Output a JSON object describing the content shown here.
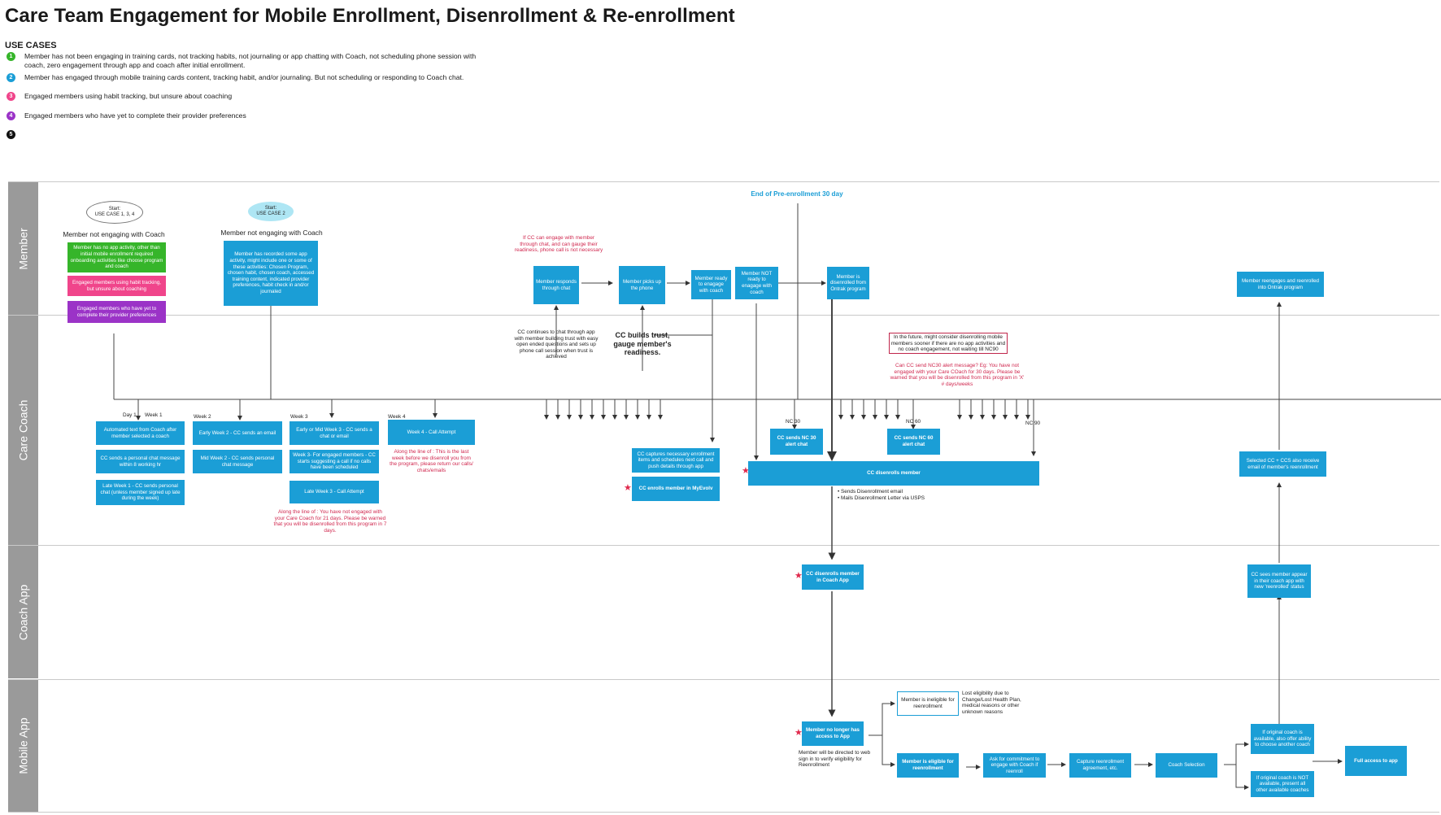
{
  "title": "Care Team Engagement for Mobile Enrollment, Disenrollment & Re-enrollment",
  "use_cases_heading": "USE CASES",
  "use_cases": [
    {
      "num": "1",
      "color": "#36b52a",
      "text": "Member has not been engaging in training cards, not tracking habits, not journaling or app chatting with Coach, not scheduling phone session with coach, zero engagement through app and coach after initial enrollment."
    },
    {
      "num": "2",
      "color": "#1b9ed6",
      "text": "Member has engaged through mobile training cards content, tracking habit, and/or journaling. But not scheduling or responding to Coach chat."
    },
    {
      "num": "3",
      "color": "#f0458b",
      "text": "Engaged members using habit tracking, but unsure about coaching"
    },
    {
      "num": "4",
      "color": "#9b33c7",
      "text": "Engaged members who have yet to complete their provider preferences"
    },
    {
      "num": "5",
      "color": "#111111",
      "text": ""
    }
  ],
  "lanes": {
    "member": "Member",
    "care_coach": "Care Coach",
    "coach_app": "Coach App",
    "mobile_app": "Mobile App"
  },
  "member": {
    "start1": "Start:\nUSE CASE 1, 3, 4",
    "start2": "Start:\nUSE CASE 2",
    "head1": "Member not engaging with Coach",
    "head2": "Member not engaging with Coach",
    "green_box": "Member has no app activity, other than initial mobile enrollment required onboarding activities like choose program and coach",
    "pink_box": "Engaged members using habit tracking, but unsure about coaching",
    "purple_box": "Engaged members who have yet to complete their provider preferences",
    "uc2_box": "Member has recorded some app activity, might include one or some of these activities: Chosen Program, chosen habit, chosen coach, accessed training content, indicated provider preferences, habit check in and/or journaled",
    "cc_engage_note": "If CC can engage with member through chat, and can gauge their readiness, phone call is not necessary",
    "responds": "Member responds through chat",
    "picks_up": "Member picks up the phone",
    "ready": "Member ready to enagage with coach",
    "not_ready": "Member NOT ready to enagage with coach",
    "disenrolled": "Member is disenrolled from Ontrak program",
    "end_preenroll": "End of Pre-enrollment 30 day",
    "reengages": "Member reengages and reenrolled into Ontrak program"
  },
  "care_coach": {
    "week_labels": [
      "Day 1",
      "Week 1",
      "Week 2",
      "Week 3",
      "Week 4"
    ],
    "w1_a": "Automated text from Coach after member selected a coach",
    "w1_b": "CC sends a personal chat message within 8 working hr",
    "w1_c": "Late Week 1 - CC sends personal chat (unless member signed up late during the week)",
    "w2_a": "Early Week 2 - CC sends an email",
    "w2_b": "Mid Week 2 - CC sends personal chat message",
    "w3_a": "Early or Mid Week 3 - CC sends a chat or email",
    "w3_b": "Week 3- For engaged members - CC starts suggesting a call if no calls have been scheduled",
    "w3_c": "Late Week 3 - Call Attempt",
    "w3_note": "Along the line of : You have not engaged with your Care Coach for 21 days. Please be warned that you will be disenrolled from this program in 7 days.",
    "w4_a": "Week 4 - Call Attempt",
    "w4_note": "Along the line of : This is the last week before we disenroll you from the program, please return our calls/ chats/emails",
    "cc_chat_note": "CC continues to chat through app with member building trust with easy open ended questions and sets up phone call session when trust is achieved",
    "cc_builds": "CC builds trust, gauge member's readiness.",
    "captures": "CC captures necessary enrollment items and schedules next call and push details through app",
    "enrolls": "CC enrolls member in MyEvolv",
    "nc30_label": "NC 30",
    "nc60_label": "NC 60",
    "nc90_label": "NC 90",
    "nc30": "CC sends NC 30 alert chat",
    "nc60": "CC sends NC 60 alert chat",
    "future_note": "In the future, might consider disenrolling mobile members sooner if there are no app activities and no coach engagement, not waiting till NC90",
    "nc30_question": "Can CC send NC30 alert message? Eg: You have not engaged with your Care COach for 30 days. Please be warned that you will be disenrolled from this program in 'X' # days/weeks",
    "disenrolls": "CC disenrolls member",
    "dis_bullets": [
      "Sends Disenrollment email",
      "Mails Disenrollment Letter via USPS"
    ],
    "selected_cc": "Selected CC + CCS also receive email of member's reenrollment"
  },
  "coach_app": {
    "disenrolls": "CC disenrolls member in Coach App",
    "sees": "CC sees member appear in their coach app with new 'reenrolled' status"
  },
  "mobile_app": {
    "no_access": "Member no longer has access to App",
    "directed": "Member will be directed to web sign in to verify eligibility for Reenrollment",
    "ineligible": "Member is ineligible for reenrollment",
    "ineligible_reason": "Lost eligibility due to Change/Lost Health Plan, medical reasons or other unknown reasons",
    "eligible": "Member is eligible for reenrollment",
    "ask": "Ask for commitment to engage with Coach if reenroll",
    "capture": "Capture reenrollment agreement, etc.",
    "coach_sel": "Coach Selection",
    "orig_avail": "If original coach is available, also offer ability to choose another coach",
    "orig_not": "If original coach is NOT available, present all other available coaches",
    "full_access": "Full access to app"
  }
}
